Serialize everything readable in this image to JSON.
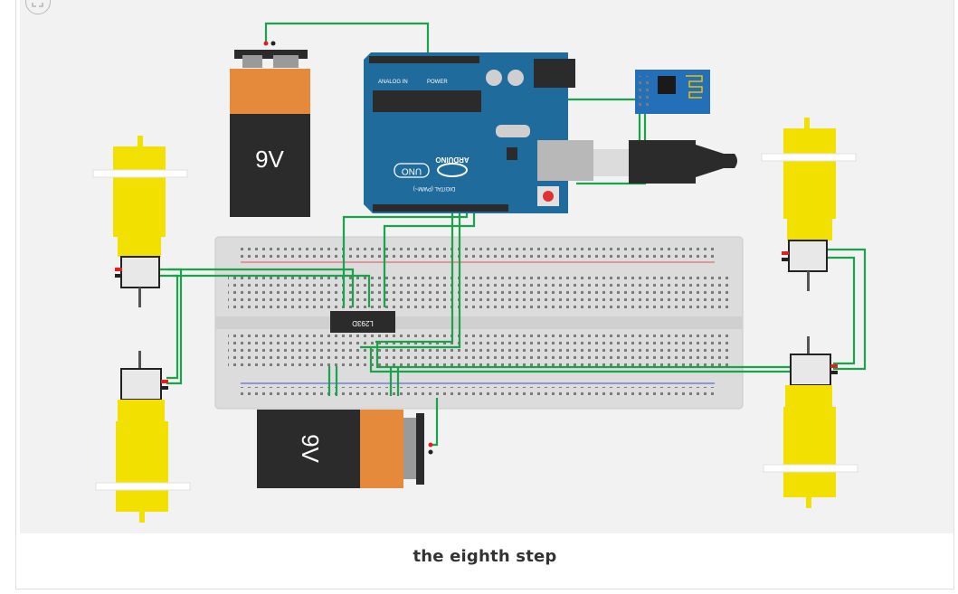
{
  "caption": "the eighth step",
  "battery_top": {
    "label": "9V"
  },
  "battery_bottom": {
    "label": "9V"
  },
  "arduino": {
    "brand": "ARDUINO",
    "model": "UNO",
    "header_digital": "DIGITAL (PWM~)",
    "header_analog": "ANALOG IN",
    "header_power": "POWER"
  },
  "chip": {
    "label": "L293D"
  },
  "colors": {
    "wire": "#1aa34a",
    "arduino_board": "#1f6b9c",
    "breadboard": "#dcdcdc",
    "motor_yellow": "#f2e100",
    "battery_orange": "#e48a3a",
    "battery_black": "#2b2b2b",
    "esp_board": "#2370b8"
  },
  "icons": {
    "expand": "expand-icon"
  }
}
